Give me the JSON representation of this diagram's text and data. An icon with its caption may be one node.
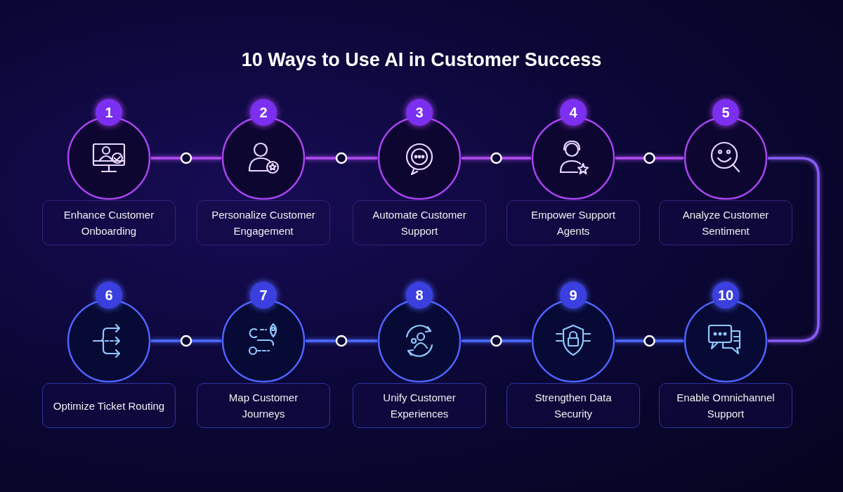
{
  "diagram": {
    "title": "10 Ways to Use AI in Customer Success",
    "nodes": [
      {
        "text": [
          "1"
        ]
      },
      {
        "text": [
          "Enhance Customer Onboarding"
        ]
      },
      {
        "text": [
          "2"
        ]
      },
      {
        "text": [
          "Personalize Customer Engagement"
        ]
      },
      {
        "text": [
          "3"
        ]
      },
      {
        "text": [
          "Automate Customer Support"
        ]
      },
      {
        "text": [
          "4"
        ]
      },
      {
        "text": [
          "Empower Support Agents"
        ]
      },
      {
        "text": [
          "5"
        ]
      },
      {
        "text": [
          "Analyze Customer Sentiment"
        ]
      },
      {
        "text": [
          "6"
        ]
      },
      {
        "text": [
          "Optimize Ticket Routing"
        ]
      },
      {
        "text": [
          "7"
        ]
      },
      {
        "text": [
          "Map Customer Journeys"
        ]
      },
      {
        "text": [
          "8"
        ]
      },
      {
        "text": [
          "Unify Customer Experiences"
        ]
      },
      {
        "text": [
          "9"
        ]
      },
      {
        "text": [
          "Strengthen Data Security"
        ]
      },
      {
        "text": [
          "10"
        ]
      },
      {
        "text": [
          "Enable Omnichannel Support"
        ]
      }
    ],
    "edges": [
      {
        "from": 0,
        "to": 2,
        "arrow": "none",
        "color": "#b04df0"
      },
      {
        "from": 2,
        "to": 4,
        "arrow": "none",
        "color": "#b04df0"
      },
      {
        "from": 4,
        "to": 6,
        "arrow": "none",
        "color": "#b04df0"
      },
      {
        "from": 6,
        "to": 8,
        "arrow": "none",
        "color": "#b04df0"
      },
      {
        "from": 8,
        "to": 18,
        "arrow": "none",
        "color": "#8a5cf6"
      },
      {
        "from": 18,
        "to": 16,
        "arrow": "none",
        "color": "#4d6bff"
      },
      {
        "from": 16,
        "to": 14,
        "arrow": "none",
        "color": "#4d6bff"
      },
      {
        "from": 14,
        "to": 12,
        "arrow": "none",
        "color": "#4d6bff"
      },
      {
        "from": 12,
        "to": 10,
        "arrow": "none",
        "color": "#4d6bff"
      }
    ]
  }
}
